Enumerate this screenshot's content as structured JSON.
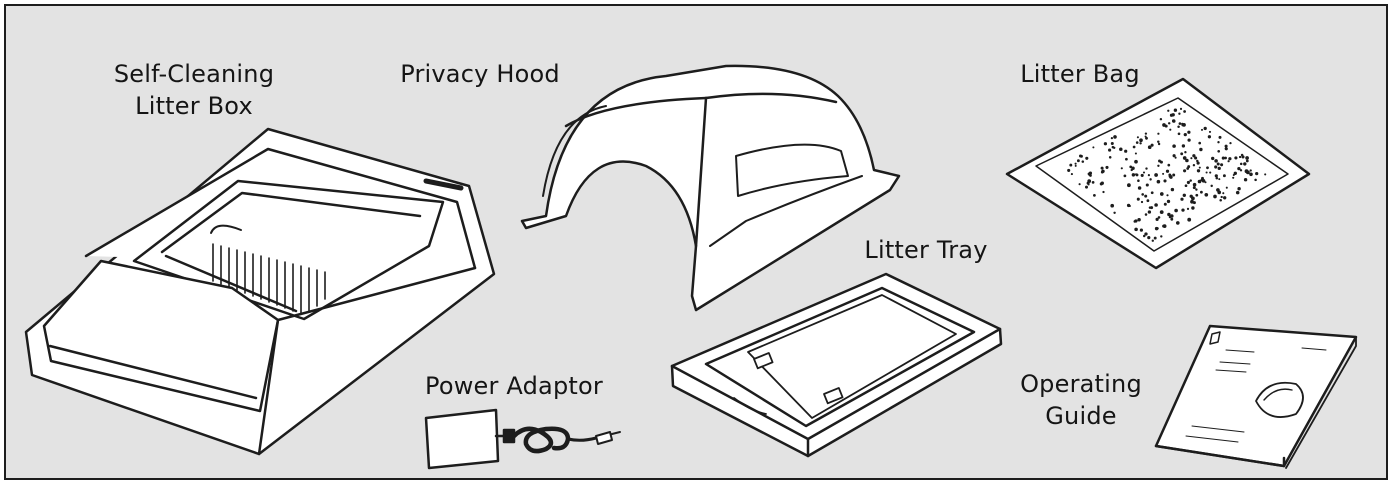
{
  "labels": {
    "self_cleaning_litter_box": {
      "line1": "Self-Cleaning",
      "line2": "Litter Box"
    },
    "privacy_hood": "Privacy Hood",
    "litter_bag": "Litter Bag",
    "litter_tray": "Litter Tray",
    "power_adaptor": "Power Adaptor",
    "operating_guide": {
      "line1": "Operating",
      "line2": "Guide"
    }
  },
  "colors": {
    "panel": "#e3e3e3",
    "outline": "#1d1d1d",
    "fill": "#ffffff",
    "text": "#151515"
  }
}
